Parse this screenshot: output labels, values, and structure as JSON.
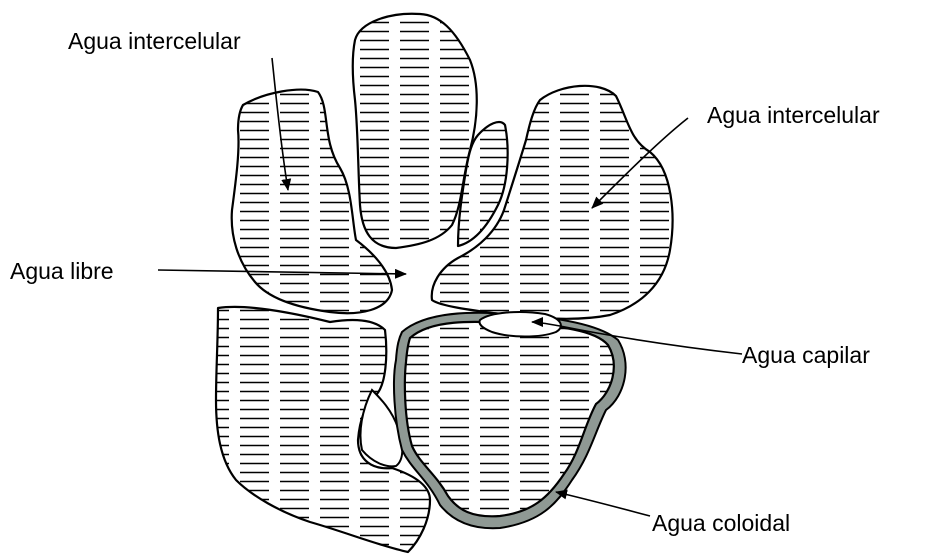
{
  "labels": {
    "intercelular_left": "Agua intercelular",
    "intercelular_right": "Agua intercelular",
    "libre": "Agua libre",
    "capilar": "Agua capilar",
    "coloidal": "Agua coloidal"
  },
  "colors": {
    "line": "#000000",
    "colloid_film": "#8f9994",
    "background": "#ffffff"
  }
}
